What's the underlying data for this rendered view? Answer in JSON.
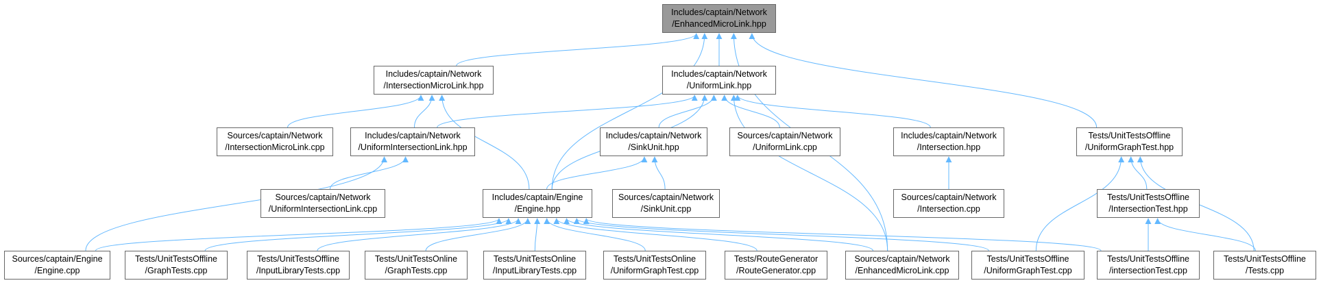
{
  "diagram": {
    "type": "include-dependency-graph",
    "edge_color": "#63b8ff",
    "root_fill": "#999999",
    "node_fill": "#ffffff",
    "node_border": "#666666",
    "nodes": [
      {
        "id": "root",
        "label": "Includes/captain/Network\n/EnhancedMicroLink.hpp",
        "root": true
      },
      {
        "id": "imlh",
        "label": "Includes/captain/Network\n/IntersectionMicroLink.hpp"
      },
      {
        "id": "ulh",
        "label": "Includes/captain/Network\n/UniformLink.hpp"
      },
      {
        "id": "ugth",
        "label": "Tests/UnitTestsOffline\n/UniformGraphTest.hpp"
      },
      {
        "id": "imlc",
        "label": "Sources/captain/Network\n/IntersectionMicroLink.cpp"
      },
      {
        "id": "uilh",
        "label": "Includes/captain/Network\n/UniformIntersectionLink.hpp"
      },
      {
        "id": "suh",
        "label": "Includes/captain/Network\n/SinkUnit.hpp"
      },
      {
        "id": "ulc",
        "label": "Sources/captain/Network\n/UniformLink.cpp"
      },
      {
        "id": "ih",
        "label": "Includes/captain/Network\n/Intersection.hpp"
      },
      {
        "id": "uilc",
        "label": "Sources/captain/Network\n/UniformIntersectionLink.cpp"
      },
      {
        "id": "eh",
        "label": "Includes/captain/Engine\n/Engine.hpp"
      },
      {
        "id": "suc",
        "label": "Sources/captain/Network\n/SinkUnit.cpp"
      },
      {
        "id": "ic",
        "label": "Sources/captain/Network\n/Intersection.cpp"
      },
      {
        "id": "ith",
        "label": "Tests/UnitTestsOffline\n/IntersectionTest.hpp"
      },
      {
        "id": "ec",
        "label": "Sources/captain/Engine\n/Engine.cpp"
      },
      {
        "id": "gtc",
        "label": "Tests/UnitTestsOffline\n/GraphTests.cpp"
      },
      {
        "id": "iltc",
        "label": "Tests/UnitTestsOffline\n/InputLibraryTests.cpp"
      },
      {
        "id": "ogtc",
        "label": "Tests/UnitTestsOnline\n/GraphTests.cpp"
      },
      {
        "id": "oiltc",
        "label": "Tests/UnitTestsOnline\n/InputLibraryTests.cpp"
      },
      {
        "id": "ougtc",
        "label": "Tests/UnitTestsOnline\n/UniformGraphTest.cpp"
      },
      {
        "id": "rgc",
        "label": "Tests/RouteGenerator\n/RouteGenerator.cpp"
      },
      {
        "id": "emlc",
        "label": "Sources/captain/Network\n/EnhancedMicroLink.cpp"
      },
      {
        "id": "ugtc",
        "label": "Tests/UnitTestsOffline\n/UniformGraphTest.cpp"
      },
      {
        "id": "itc",
        "label": "Tests/UnitTestsOffline\n/intersectionTest.cpp"
      },
      {
        "id": "tc",
        "label": "Tests/UnitTestsOffline\n/Tests.cpp"
      }
    ],
    "edges": [
      [
        "imlh",
        "root"
      ],
      [
        "ulh",
        "root"
      ],
      [
        "eh",
        "root"
      ],
      [
        "emlc",
        "root"
      ],
      [
        "ugth",
        "root"
      ],
      [
        "imlc",
        "imlh"
      ],
      [
        "uilh",
        "imlh"
      ],
      [
        "eh",
        "imlh"
      ],
      [
        "uilh",
        "ulh"
      ],
      [
        "eh",
        "ulh"
      ],
      [
        "suh",
        "ulh"
      ],
      [
        "ulc",
        "ulh"
      ],
      [
        "ih",
        "ulh"
      ],
      [
        "emlc",
        "ulh"
      ],
      [
        "uilc",
        "uilh"
      ],
      [
        "ec",
        "uilh"
      ],
      [
        "eh",
        "suh"
      ],
      [
        "suc",
        "suh"
      ],
      [
        "ic",
        "ih"
      ],
      [
        "ugtc",
        "ugth"
      ],
      [
        "ith",
        "ugth"
      ],
      [
        "tc",
        "ugth"
      ],
      [
        "itc",
        "ith"
      ],
      [
        "tc",
        "ith"
      ],
      [
        "ec",
        "eh"
      ],
      [
        "gtc",
        "eh"
      ],
      [
        "iltc",
        "eh"
      ],
      [
        "ogtc",
        "eh"
      ],
      [
        "oiltc",
        "eh"
      ],
      [
        "ougtc",
        "eh"
      ],
      [
        "rgc",
        "eh"
      ],
      [
        "emlc",
        "eh"
      ],
      [
        "ugtc",
        "eh"
      ],
      [
        "itc",
        "eh"
      ]
    ]
  }
}
